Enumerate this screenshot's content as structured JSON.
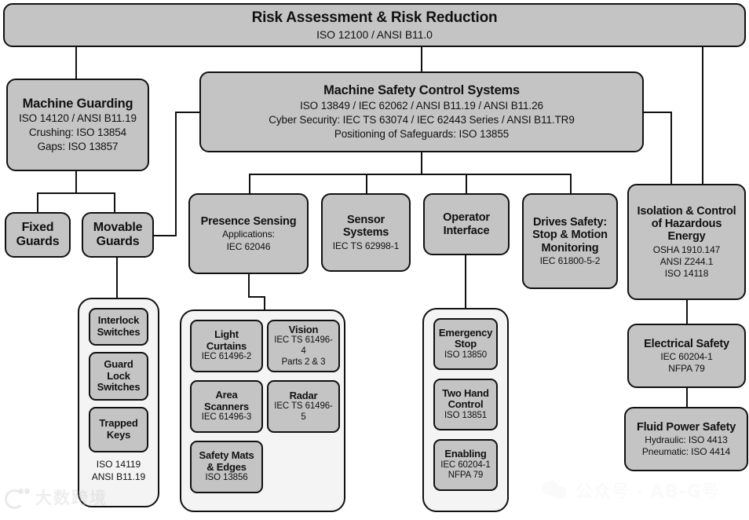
{
  "diagram": {
    "title": "Risk Assessment & Risk Reduction",
    "type": "hierarchy-tree"
  },
  "root": {
    "title": "Risk Assessment & Risk Reduction",
    "sub1": "ISO 12100 / ANSI B11.0"
  },
  "machine_guarding": {
    "title": "Machine Guarding",
    "sub1": "ISO 14120 / ANSI B11.19",
    "sub2": "Crushing: ISO 13854",
    "sub3": "Gaps: ISO 13857"
  },
  "machine_safety_control_systems": {
    "title": "Machine Safety Control Systems",
    "sub1": "ISO 13849 / IEC 62062 / ANSI B11.19 / ANSI B11.26",
    "sub2": "Cyber Security: IEC TS 63074 / IEC 62443 Series / ANSI B11.TR9",
    "sub3": "Positioning of Safeguards: ISO 13855"
  },
  "fixed_guards": {
    "title_l1": "Fixed",
    "title_l2": "Guards"
  },
  "movable_guards": {
    "title_l1": "Movable",
    "title_l2": "Guards"
  },
  "movable_guards_group": {
    "items": [
      {
        "title_l1": "Interlock",
        "title_l2": "Switches"
      },
      {
        "title_l1": "Guard Lock",
        "title_l2": "Switches"
      },
      {
        "title_l1": "Trapped",
        "title_l2": "Keys"
      }
    ],
    "footer1": "ISO 14119",
    "footer2": "ANSI B11.19"
  },
  "presence_sensing": {
    "title": "Presence Sensing",
    "sub1": "Applications:",
    "sub2": "IEC 62046"
  },
  "presence_sensing_group": {
    "items": [
      {
        "title_l1": "Light",
        "title_l2": "Curtains",
        "sub1": "IEC 61496-2",
        "sub2": ""
      },
      {
        "title_l1": "Vision",
        "title_l2": "",
        "sub1": "IEC TS 61496-4",
        "sub2": "Parts 2 & 3"
      },
      {
        "title_l1": "Area",
        "title_l2": "Scanners",
        "sub1": "IEC 61496-3",
        "sub2": ""
      },
      {
        "title_l1": "Radar",
        "title_l2": "",
        "sub1": "IEC TS 61496-5",
        "sub2": ""
      },
      {
        "title_l1": "Safety Mats",
        "title_l2": "& Edges",
        "sub1": "ISO 13856",
        "sub2": ""
      }
    ]
  },
  "sensor_systems": {
    "title_l1": "Sensor",
    "title_l2": "Systems",
    "sub1": "IEC TS 62998-1"
  },
  "operator_interface": {
    "title_l1": "Operator",
    "title_l2": "Interface"
  },
  "operator_interface_group": {
    "items": [
      {
        "title_l1": "Emergency",
        "title_l2": "Stop",
        "sub1": "ISO 13850",
        "sub2": ""
      },
      {
        "title_l1": "Two Hand",
        "title_l2": "Control",
        "sub1": "ISO 13851",
        "sub2": ""
      },
      {
        "title_l1": "Enabling",
        "title_l2": "",
        "sub1": "IEC 60204-1",
        "sub2": "NFPA 79"
      }
    ]
  },
  "drives_safety": {
    "title_l1": "Drives Safety:",
    "title_l2": "Stop & Motion",
    "title_l3": "Monitoring",
    "sub1": "IEC 61800-5-2"
  },
  "isolation_control": {
    "title_l1": "Isolation & Control",
    "title_l2": "of Hazardous",
    "title_l3": "Energy",
    "sub1": "OSHA 1910.147",
    "sub2": "ANSI Z244.1",
    "sub3": "ISO 14118"
  },
  "electrical_safety": {
    "title": "Electrical Safety",
    "sub1": "IEC 60204-1",
    "sub2": "NFPA 79"
  },
  "fluid_power_safety": {
    "title": "Fluid Power Safety",
    "sub1": "Hydraulic: ISO 4413",
    "sub2": "Pneumatic: ISO 4414"
  },
  "watermarks": {
    "left_text": "大数跨境",
    "right_text": "公众号 · AB-G号"
  },
  "colors": {
    "node_fill": "#c4c4c4",
    "group_fill": "#f4f4f4",
    "stroke": "#111111",
    "background": "#ffffff"
  }
}
